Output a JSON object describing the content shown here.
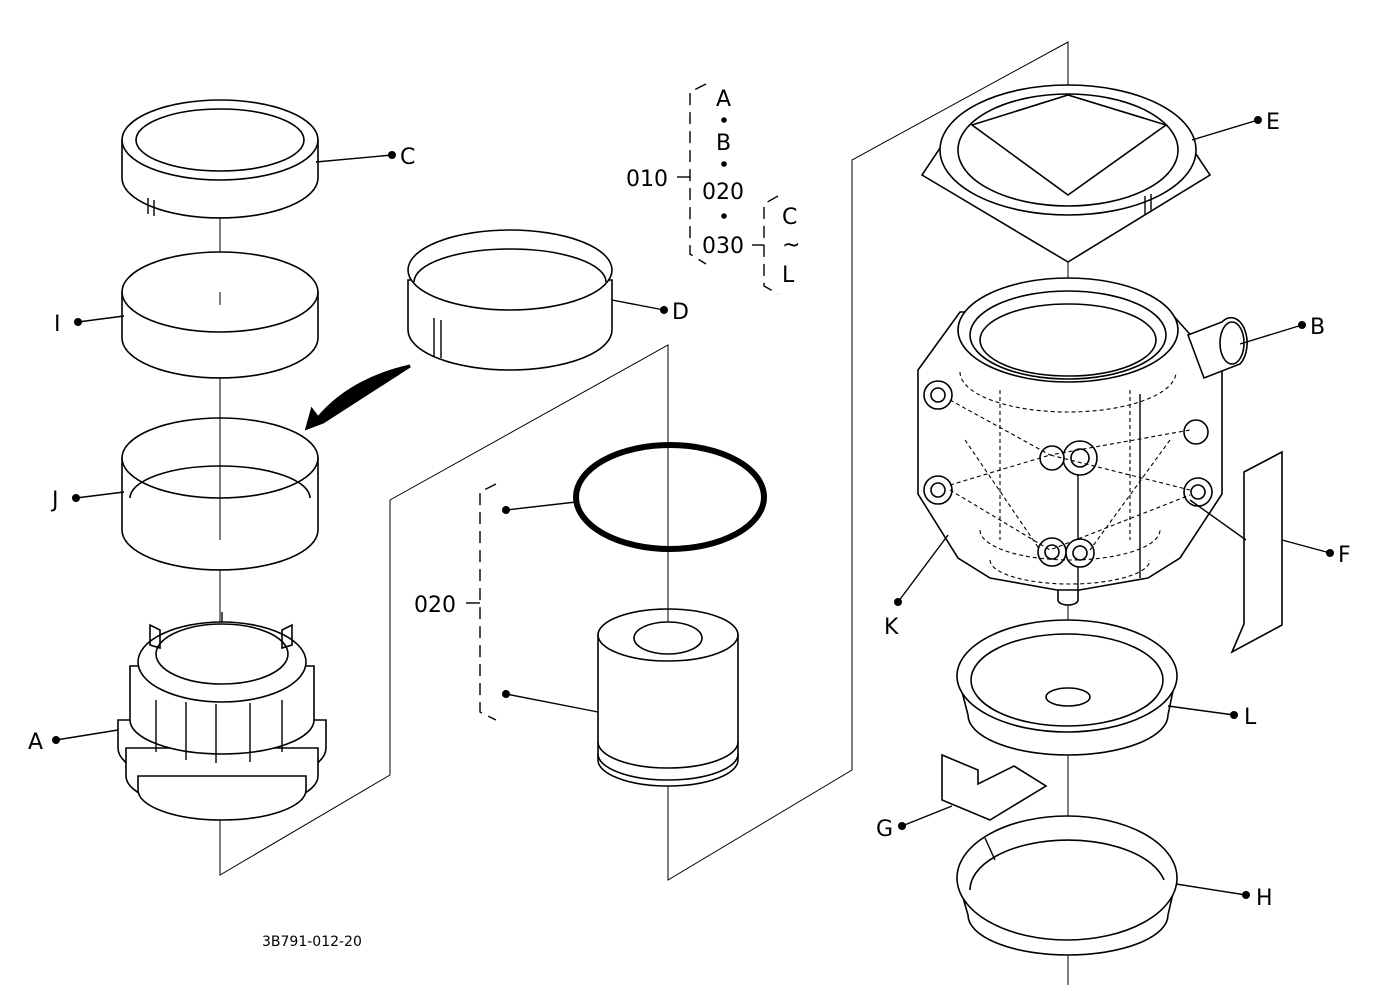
{
  "labels": {
    "A": "A",
    "B": "B",
    "C": "C",
    "D": "D",
    "E": "E",
    "F": "F",
    "G": "G",
    "H": "H",
    "I": "I",
    "J": "J",
    "K": "K",
    "L": "L"
  },
  "legend": {
    "code_010": "010",
    "seq_a": "A",
    "seq_b": "B",
    "code_020": "020",
    "code_030": "030",
    "range_from": "C",
    "range_tilde": "~",
    "range_to": "L"
  },
  "group": {
    "code_020": "020"
  },
  "drawing_number": "3B791-012-20"
}
